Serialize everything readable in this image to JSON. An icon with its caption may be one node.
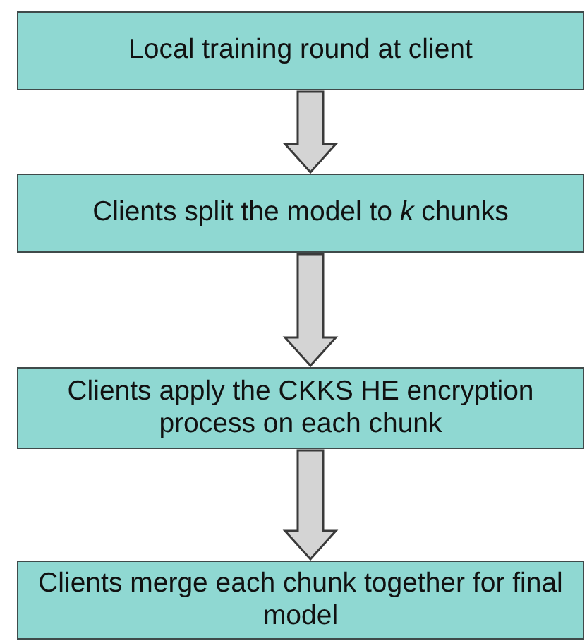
{
  "diagram": {
    "nodes": [
      {
        "text": [
          "Local training round at client"
        ]
      },
      {
        "text": [
          "Clients split the model to *k* chunks"
        ]
      },
      {
        "text": [
          "Clients apply the CKKS HE encryption process on each chunk"
        ]
      },
      {
        "text": [
          "Clients merge each chunk together for final model"
        ]
      }
    ],
    "edges": [
      {
        "from": 0,
        "to": 1,
        "arrow": "to"
      },
      {
        "from": 1,
        "to": 2,
        "arrow": "to"
      },
      {
        "from": 2,
        "to": 3,
        "arrow": "to"
      }
    ]
  }
}
